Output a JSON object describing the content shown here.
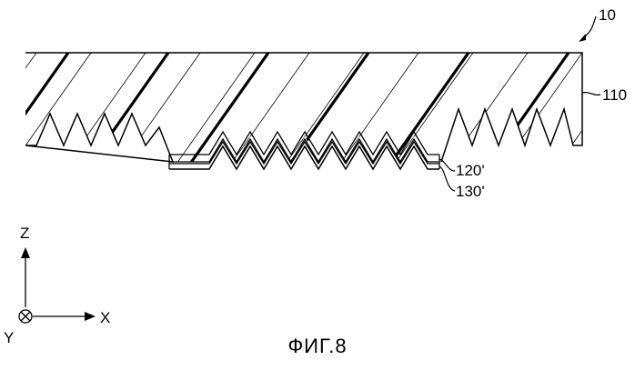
{
  "labels": {
    "device": "10",
    "layer_main": "110",
    "layer_a": "120'",
    "layer_b": "130'"
  },
  "axes": {
    "z": "Z",
    "x": "X",
    "y": "Y"
  },
  "caption": "ФИГ.8"
}
